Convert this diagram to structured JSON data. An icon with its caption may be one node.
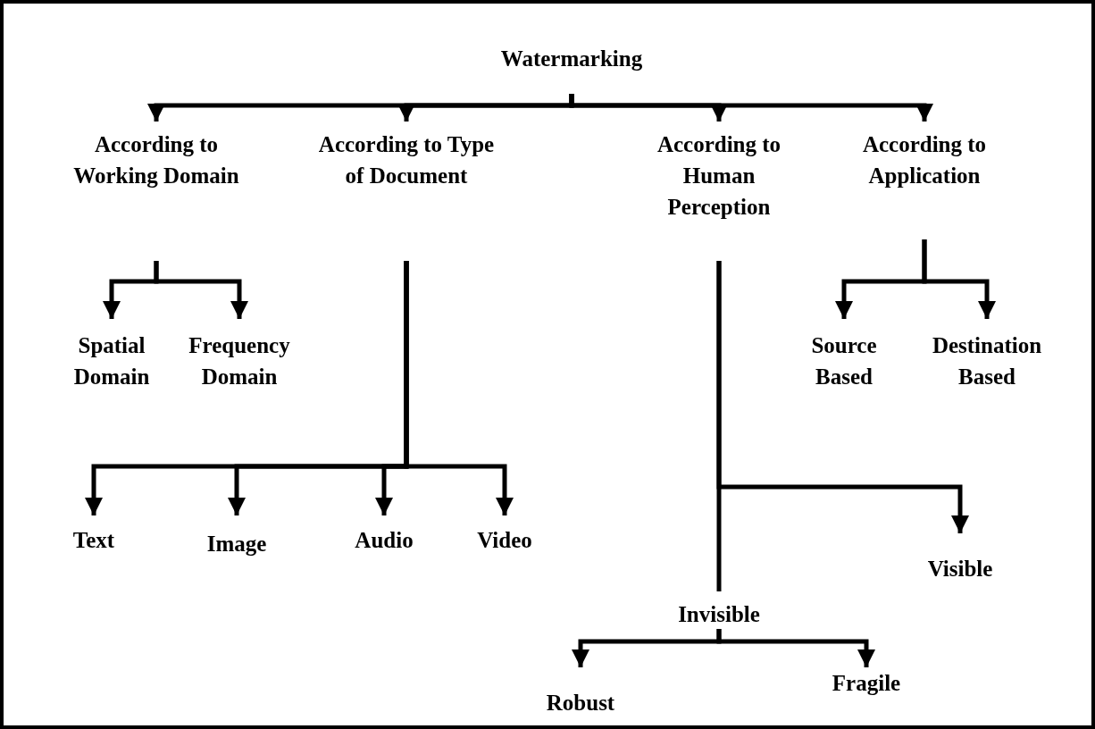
{
  "diagram": {
    "nodes": [
      {
        "text": [
          "Watermarking"
        ]
      },
      {
        "text": [
          "According to Working Domain"
        ]
      },
      {
        "text": [
          "According to Type of Document"
        ]
      },
      {
        "text": [
          "According to Human Perception"
        ]
      },
      {
        "text": [
          "According to Application"
        ]
      },
      {
        "text": [
          "Spatial Domain"
        ]
      },
      {
        "text": [
          "Frequency Domain"
        ]
      },
      {
        "text": [
          "Text"
        ]
      },
      {
        "text": [
          "Image"
        ]
      },
      {
        "text": [
          "Audio"
        ]
      },
      {
        "text": [
          "Video"
        ]
      },
      {
        "text": [
          "Visible"
        ]
      },
      {
        "text": [
          "Source Based"
        ]
      },
      {
        "text": [
          "Destination Based"
        ]
      },
      {
        "text": [
          "Invisible"
        ]
      },
      {
        "text": [
          "Robust"
        ]
      },
      {
        "text": [
          "Fragile"
        ]
      }
    ],
    "edges": [
      {
        "from": 0,
        "to": 1,
        "arrow": "to"
      },
      {
        "from": 0,
        "to": 2,
        "arrow": "to"
      },
      {
        "from": 0,
        "to": 3,
        "arrow": "to"
      },
      {
        "from": 0,
        "to": 4,
        "arrow": "to"
      },
      {
        "from": 1,
        "to": 5,
        "arrow": "to"
      },
      {
        "from": 1,
        "to": 6,
        "arrow": "to"
      },
      {
        "from": 2,
        "to": 7,
        "arrow": "to"
      },
      {
        "from": 2,
        "to": 8,
        "arrow": "to"
      },
      {
        "from": 2,
        "to": 9,
        "arrow": "to"
      },
      {
        "from": 2,
        "to": 10,
        "arrow": "to"
      },
      {
        "from": 3,
        "to": 11,
        "arrow": "to"
      },
      {
        "from": 3,
        "to": 14,
        "arrow": "none"
      },
      {
        "from": 4,
        "to": 12,
        "arrow": "to"
      },
      {
        "from": 4,
        "to": 13,
        "arrow": "to"
      },
      {
        "from": 14,
        "to": 15,
        "arrow": "to"
      },
      {
        "from": 14,
        "to": 16,
        "arrow": "to"
      }
    ]
  }
}
